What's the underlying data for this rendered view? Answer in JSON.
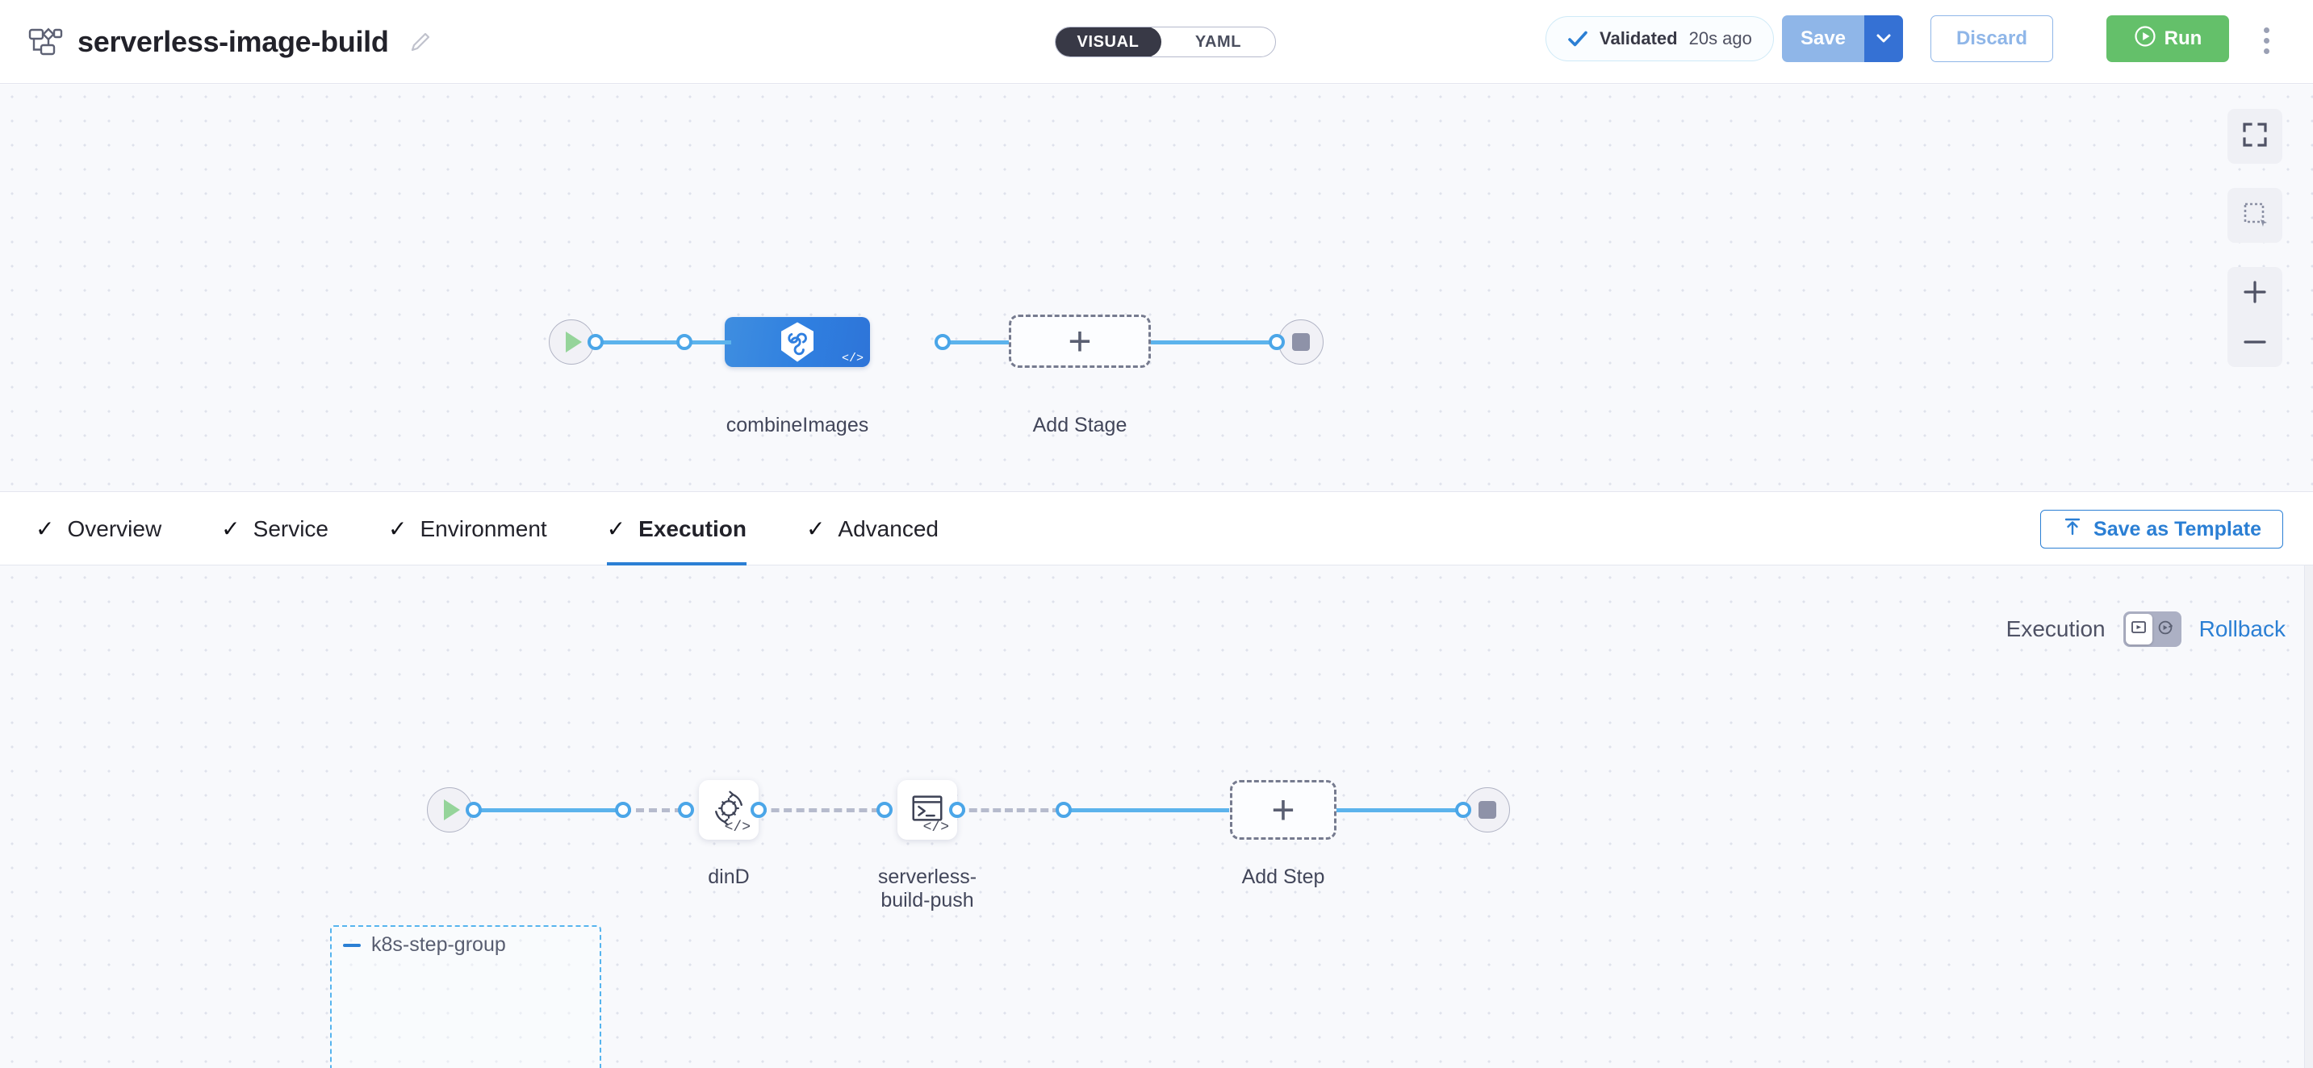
{
  "header": {
    "pipeline_icon": "pipeline-diagram-icon",
    "title": "serverless-image-build",
    "edit_icon": "pencil-edit-icon",
    "mode_toggle": {
      "active": "VISUAL",
      "inactive": "YAML"
    },
    "validation": {
      "icon": "check-icon",
      "label": "Validated",
      "time": "20s ago"
    },
    "save_label": "Save",
    "save_caret_icon": "chevron-down-icon",
    "discard_label": "Discard",
    "run_label": "Run",
    "run_icon": "play-circle-icon",
    "more_icon": "kebab-menu-icon"
  },
  "top_canvas": {
    "start_icon": "play-icon",
    "end_icon": "stop-icon",
    "stage": {
      "name": "combineImages",
      "logo_icon": "harness-hexagon-icon",
      "code_badge": "</>"
    },
    "add_stage": {
      "label": "Add Stage",
      "icon": "plus-icon"
    },
    "tools": [
      {
        "name": "fit-to-screen",
        "icon": "fullscreen-icon"
      },
      {
        "name": "selection-mode",
        "icon": "marquee-select-icon"
      },
      {
        "name": "zoom-in",
        "icon": "plus-icon"
      },
      {
        "name": "zoom-out",
        "icon": "minus-icon"
      }
    ]
  },
  "tabbar": {
    "tabs": [
      {
        "label": "Overview",
        "check": "✓",
        "active": false
      },
      {
        "label": "Service",
        "check": "✓",
        "active": false
      },
      {
        "label": "Environment",
        "check": "✓",
        "active": false
      },
      {
        "label": "Execution",
        "check": "✓",
        "active": true
      },
      {
        "label": "Advanced",
        "check": "✓",
        "active": false
      }
    ],
    "save_as_template": {
      "label": "Save as Template",
      "icon": "upload-template-icon"
    }
  },
  "bottom_canvas": {
    "execution_label": "Execution",
    "rollback_label": "Rollback",
    "toggle": {
      "execution_icon": "execution-view-icon",
      "rollback_icon": "rollback-view-icon",
      "selected": "execution"
    },
    "start_icon": "play-icon",
    "end_icon": "stop-icon",
    "step_group": {
      "title": "k8s-step-group",
      "collapse_icon": "minus-collapse-icon",
      "steps": [
        {
          "name": "dinD",
          "icon": "gear-rotate-icon",
          "code_badge": "</>"
        },
        {
          "name": "serverless-\nbuild-push",
          "icon": "terminal-shell-icon",
          "code_badge": "</>"
        }
      ]
    },
    "add_step": {
      "label": "Add Step",
      "icon": "plus-icon"
    }
  },
  "colors": {
    "accent_blue": "#2b7fd4",
    "link_blue": "#5cb3ec",
    "run_green": "#64c06a",
    "stage_blue": "#2f7fe0",
    "dark_toggle": "#383946",
    "canvas_bg": "#f8f9fc"
  }
}
